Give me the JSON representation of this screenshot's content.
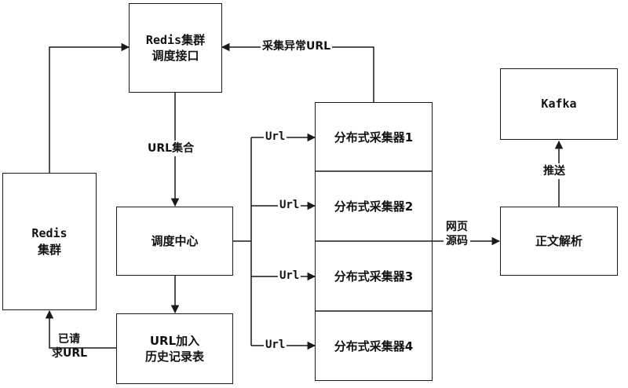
{
  "nodes": {
    "redis_api_line1": "Redis集群",
    "redis_api_line2": "调度接口",
    "redis_cluster_line1": "Redis",
    "redis_cluster_line2": "集群",
    "scheduler": "调度中心",
    "history_line1": "URL加入",
    "history_line2": "历史记录表",
    "collectors": [
      "分布式采集器1",
      "分布式采集器2",
      "分布式采集器3",
      "分布式采集器4"
    ],
    "parser": "正文解析",
    "kafka": "Kafka"
  },
  "edges": {
    "abnormal_url": "采集异常URL",
    "url_set": "URL集合",
    "requested_line1": "已请",
    "requested_line2": "求URL",
    "url_labels": [
      "Url",
      "Url",
      "Url",
      "Url"
    ],
    "page_source_line1": "网页",
    "page_source_line2": "源码",
    "push": "推送"
  }
}
